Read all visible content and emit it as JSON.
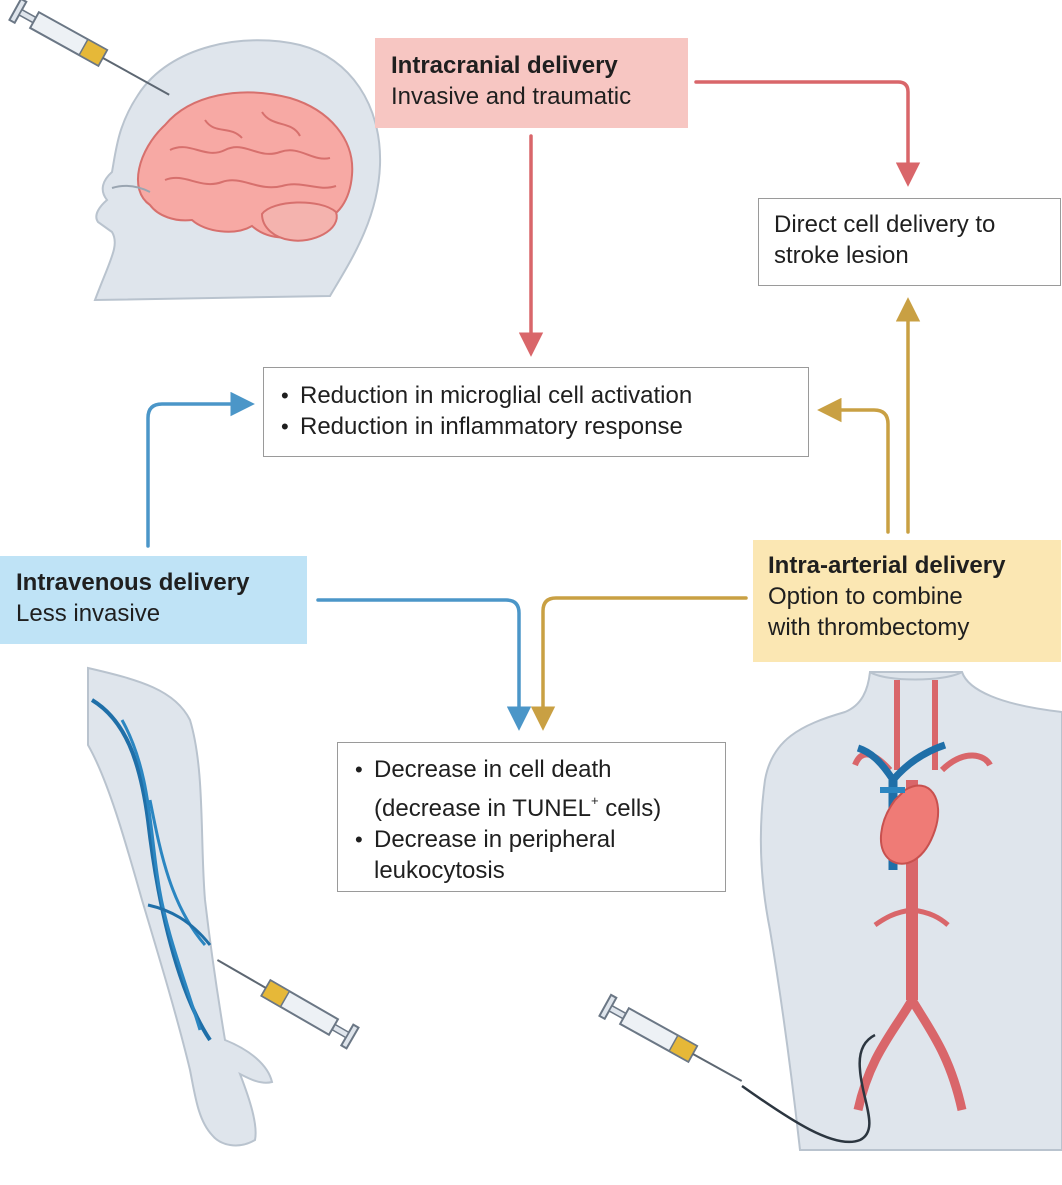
{
  "intracranial": {
    "title": "Intracranial delivery",
    "subtitle": "Invasive and traumatic"
  },
  "intravenous": {
    "title": "Intravenous delivery",
    "subtitle": "Less invasive"
  },
  "intra_arterial": {
    "title": "Intra-arterial delivery",
    "line1": "Option to combine",
    "line2": "with thrombectomy"
  },
  "direct": {
    "line1": "Direct cell delivery to",
    "line2": "stroke lesion"
  },
  "microglia": {
    "items": [
      "Reduction in microglial cell activation",
      "Reduction in inflammatory response"
    ]
  },
  "cell_death": {
    "item1_line1": "Decrease in cell death",
    "item1_line2_pre": "(decrease in TUNEL",
    "item1_line2_sup": "+",
    "item1_line2_post": " cells)",
    "item2_line1": "Decrease in peripheral",
    "item2_line2": "leukocytosis"
  },
  "colors": {
    "intracranial": "#d9666a",
    "intracranial_fill": "#f7c6c2",
    "intravenous": "#4b96c8",
    "intravenous_fill": "#bfe3f6",
    "intra_arterial": "#c9a043",
    "intra_arterial_fill": "#fbe7b3"
  },
  "icons": [
    "head-brain-illustration",
    "arm-veins-illustration",
    "torso-arteries-illustration",
    "syringe-icon"
  ]
}
